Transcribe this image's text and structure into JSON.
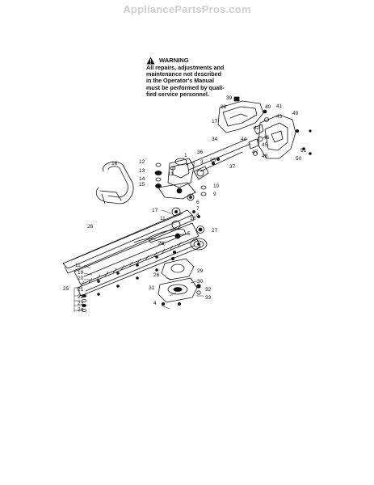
{
  "site": {
    "watermark": "AppliancePartsPros.com"
  },
  "warning": {
    "icon": "warning-triangle-icon",
    "title": "WARNING",
    "body": "All repairs, adjustments and\nmaintenance not described\nin the Operator's Manual\nmust be performed by quali-\nfied service personnel."
  },
  "callouts": [
    "1",
    "2",
    "3",
    "4",
    "5",
    "6",
    "7",
    "8",
    "9",
    "10",
    "11",
    "12",
    "13",
    "14",
    "15",
    "16",
    "17",
    "18",
    "19",
    "20",
    "21",
    "22",
    "23",
    "24",
    "25",
    "26",
    "27",
    "28",
    "29",
    "30",
    "31",
    "32",
    "33",
    "34",
    "35",
    "36",
    "37",
    "38",
    "39",
    "40",
    "41",
    "42",
    "43",
    "44",
    "45",
    "46",
    "47",
    "48",
    "49",
    "50",
    "51"
  ],
  "colors": {
    "line": "#111111",
    "watermark": "#cfcfcf",
    "background": "#ffffff"
  }
}
